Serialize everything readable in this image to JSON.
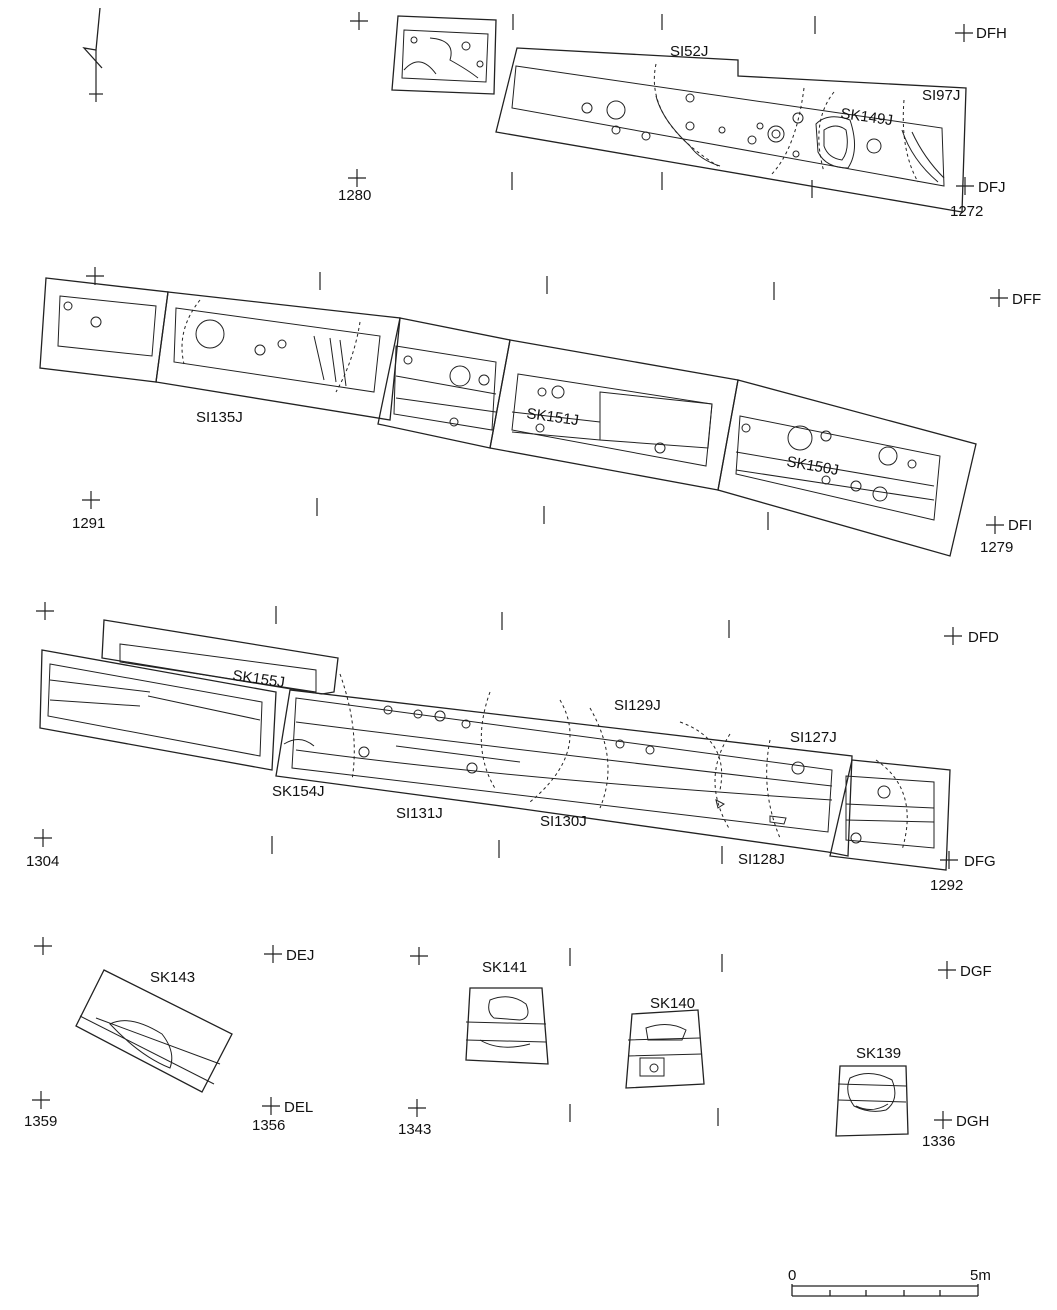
{
  "grid_labels": {
    "dfh": "DFH",
    "dfj": "DFJ",
    "n1280": "1280",
    "n1272": "1272",
    "dff": "DFF",
    "dfi": "DFI",
    "n1291": "1291",
    "n1279": "1279",
    "dfd": "DFD",
    "dfg": "DFG",
    "n1304": "1304",
    "n1292": "1292",
    "dej": "DEJ",
    "dgf": "DGF",
    "del": "DEL",
    "dgh": "DGH",
    "n1359": "1359",
    "n1356": "1356",
    "n1343": "1343",
    "n1336": "1336"
  },
  "features": {
    "si52j": "SI52J",
    "si97j": "SI97J",
    "sk149j": "SK149J",
    "si135j": "SI135J",
    "sk151j": "SK151J",
    "sk150j": "SK150J",
    "sk155j": "SK155J",
    "si129j": "SI129J",
    "si127j": "SI127J",
    "sk154j": "SK154J",
    "si131j": "SI131J",
    "si130j": "SI130J",
    "si128j": "SI128J",
    "sk143": "SK143",
    "sk141": "SK141",
    "sk140": "SK140",
    "sk139": "SK139"
  },
  "scale": {
    "zero": "0",
    "five": "5m"
  }
}
